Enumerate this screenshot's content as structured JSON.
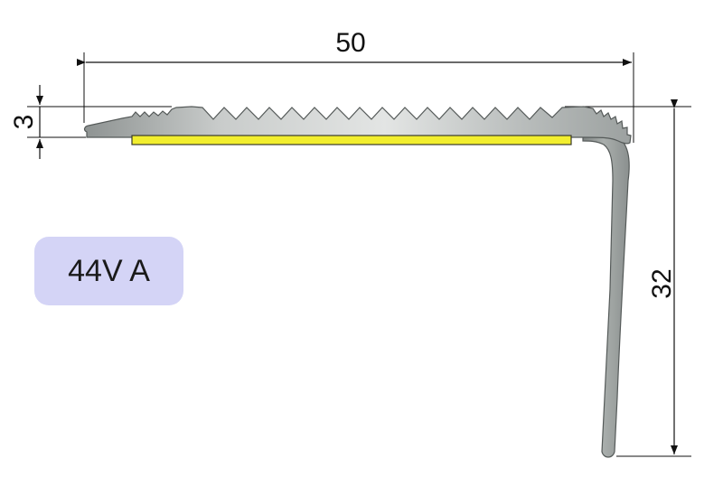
{
  "drawing": {
    "product_code": "44V A",
    "dimensions": {
      "width": "50",
      "tread_thickness": "3",
      "height": "32"
    },
    "colors": {
      "profile_metal": "#9a9f9e",
      "insert": "#f2ee2e",
      "badge": "#d4d4f6",
      "dimension_lines": "#111111"
    }
  }
}
